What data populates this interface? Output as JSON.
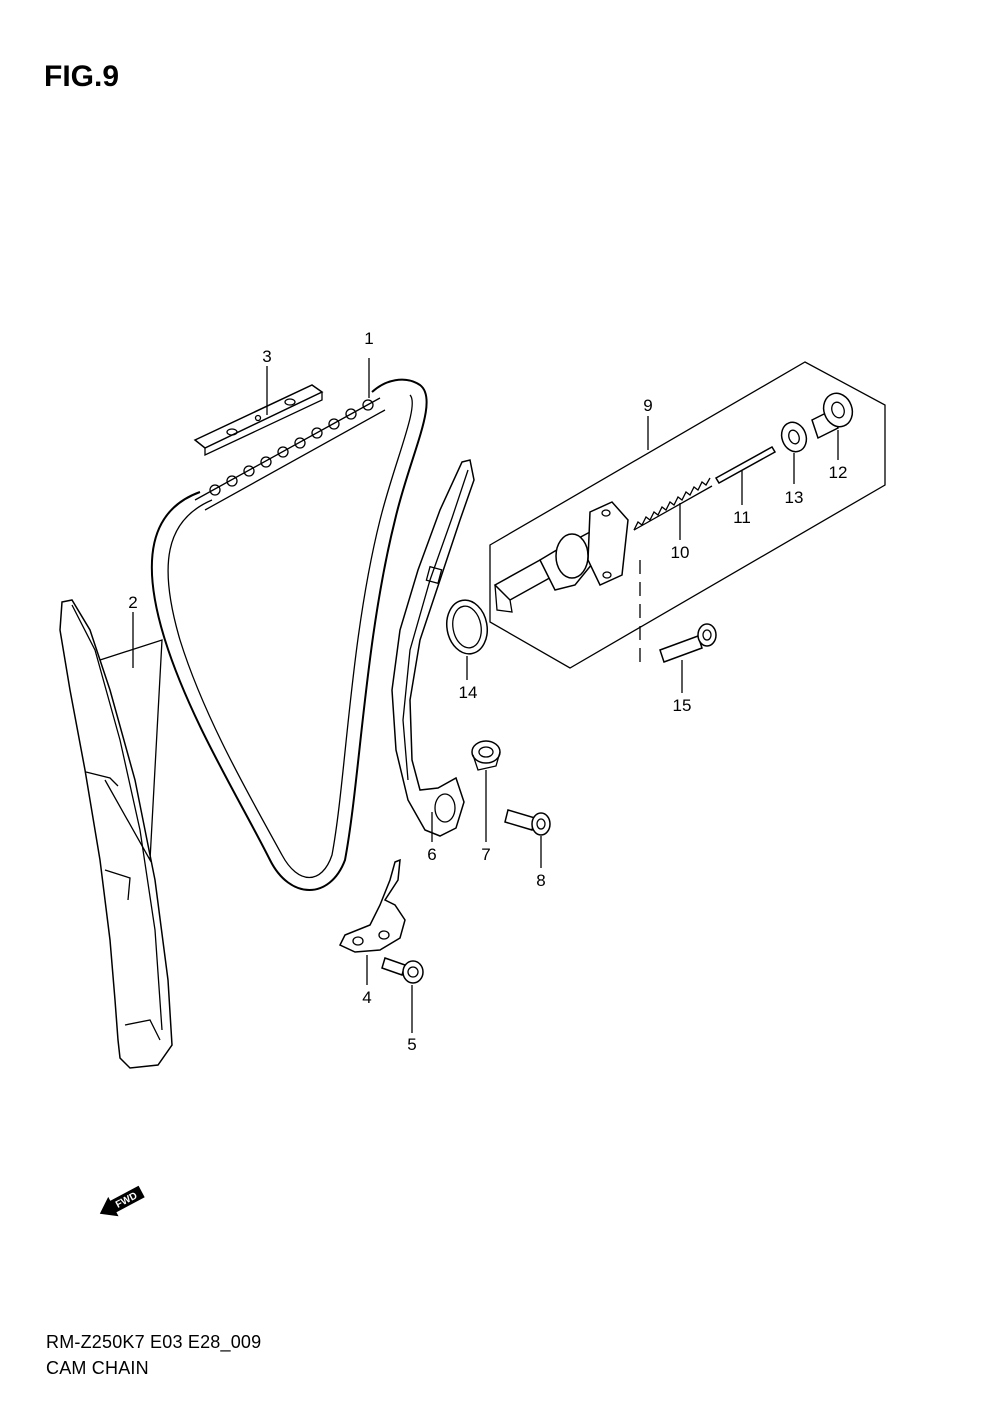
{
  "figure": {
    "title": "FIG.9"
  },
  "parts": [
    {
      "ref": "1"
    },
    {
      "ref": "2"
    },
    {
      "ref": "3"
    },
    {
      "ref": "4"
    },
    {
      "ref": "5"
    },
    {
      "ref": "6"
    },
    {
      "ref": "7"
    },
    {
      "ref": "8"
    },
    {
      "ref": "9"
    },
    {
      "ref": "10"
    },
    {
      "ref": "11"
    },
    {
      "ref": "12"
    },
    {
      "ref": "13"
    },
    {
      "ref": "14"
    },
    {
      "ref": "15"
    }
  ],
  "direction_indicator": {
    "text": "FWD",
    "icon": "fwd-arrow-icon"
  },
  "footer": {
    "model_code": "RM-Z250K7 E03 E28_009",
    "section_name": "CAM CHAIN"
  }
}
